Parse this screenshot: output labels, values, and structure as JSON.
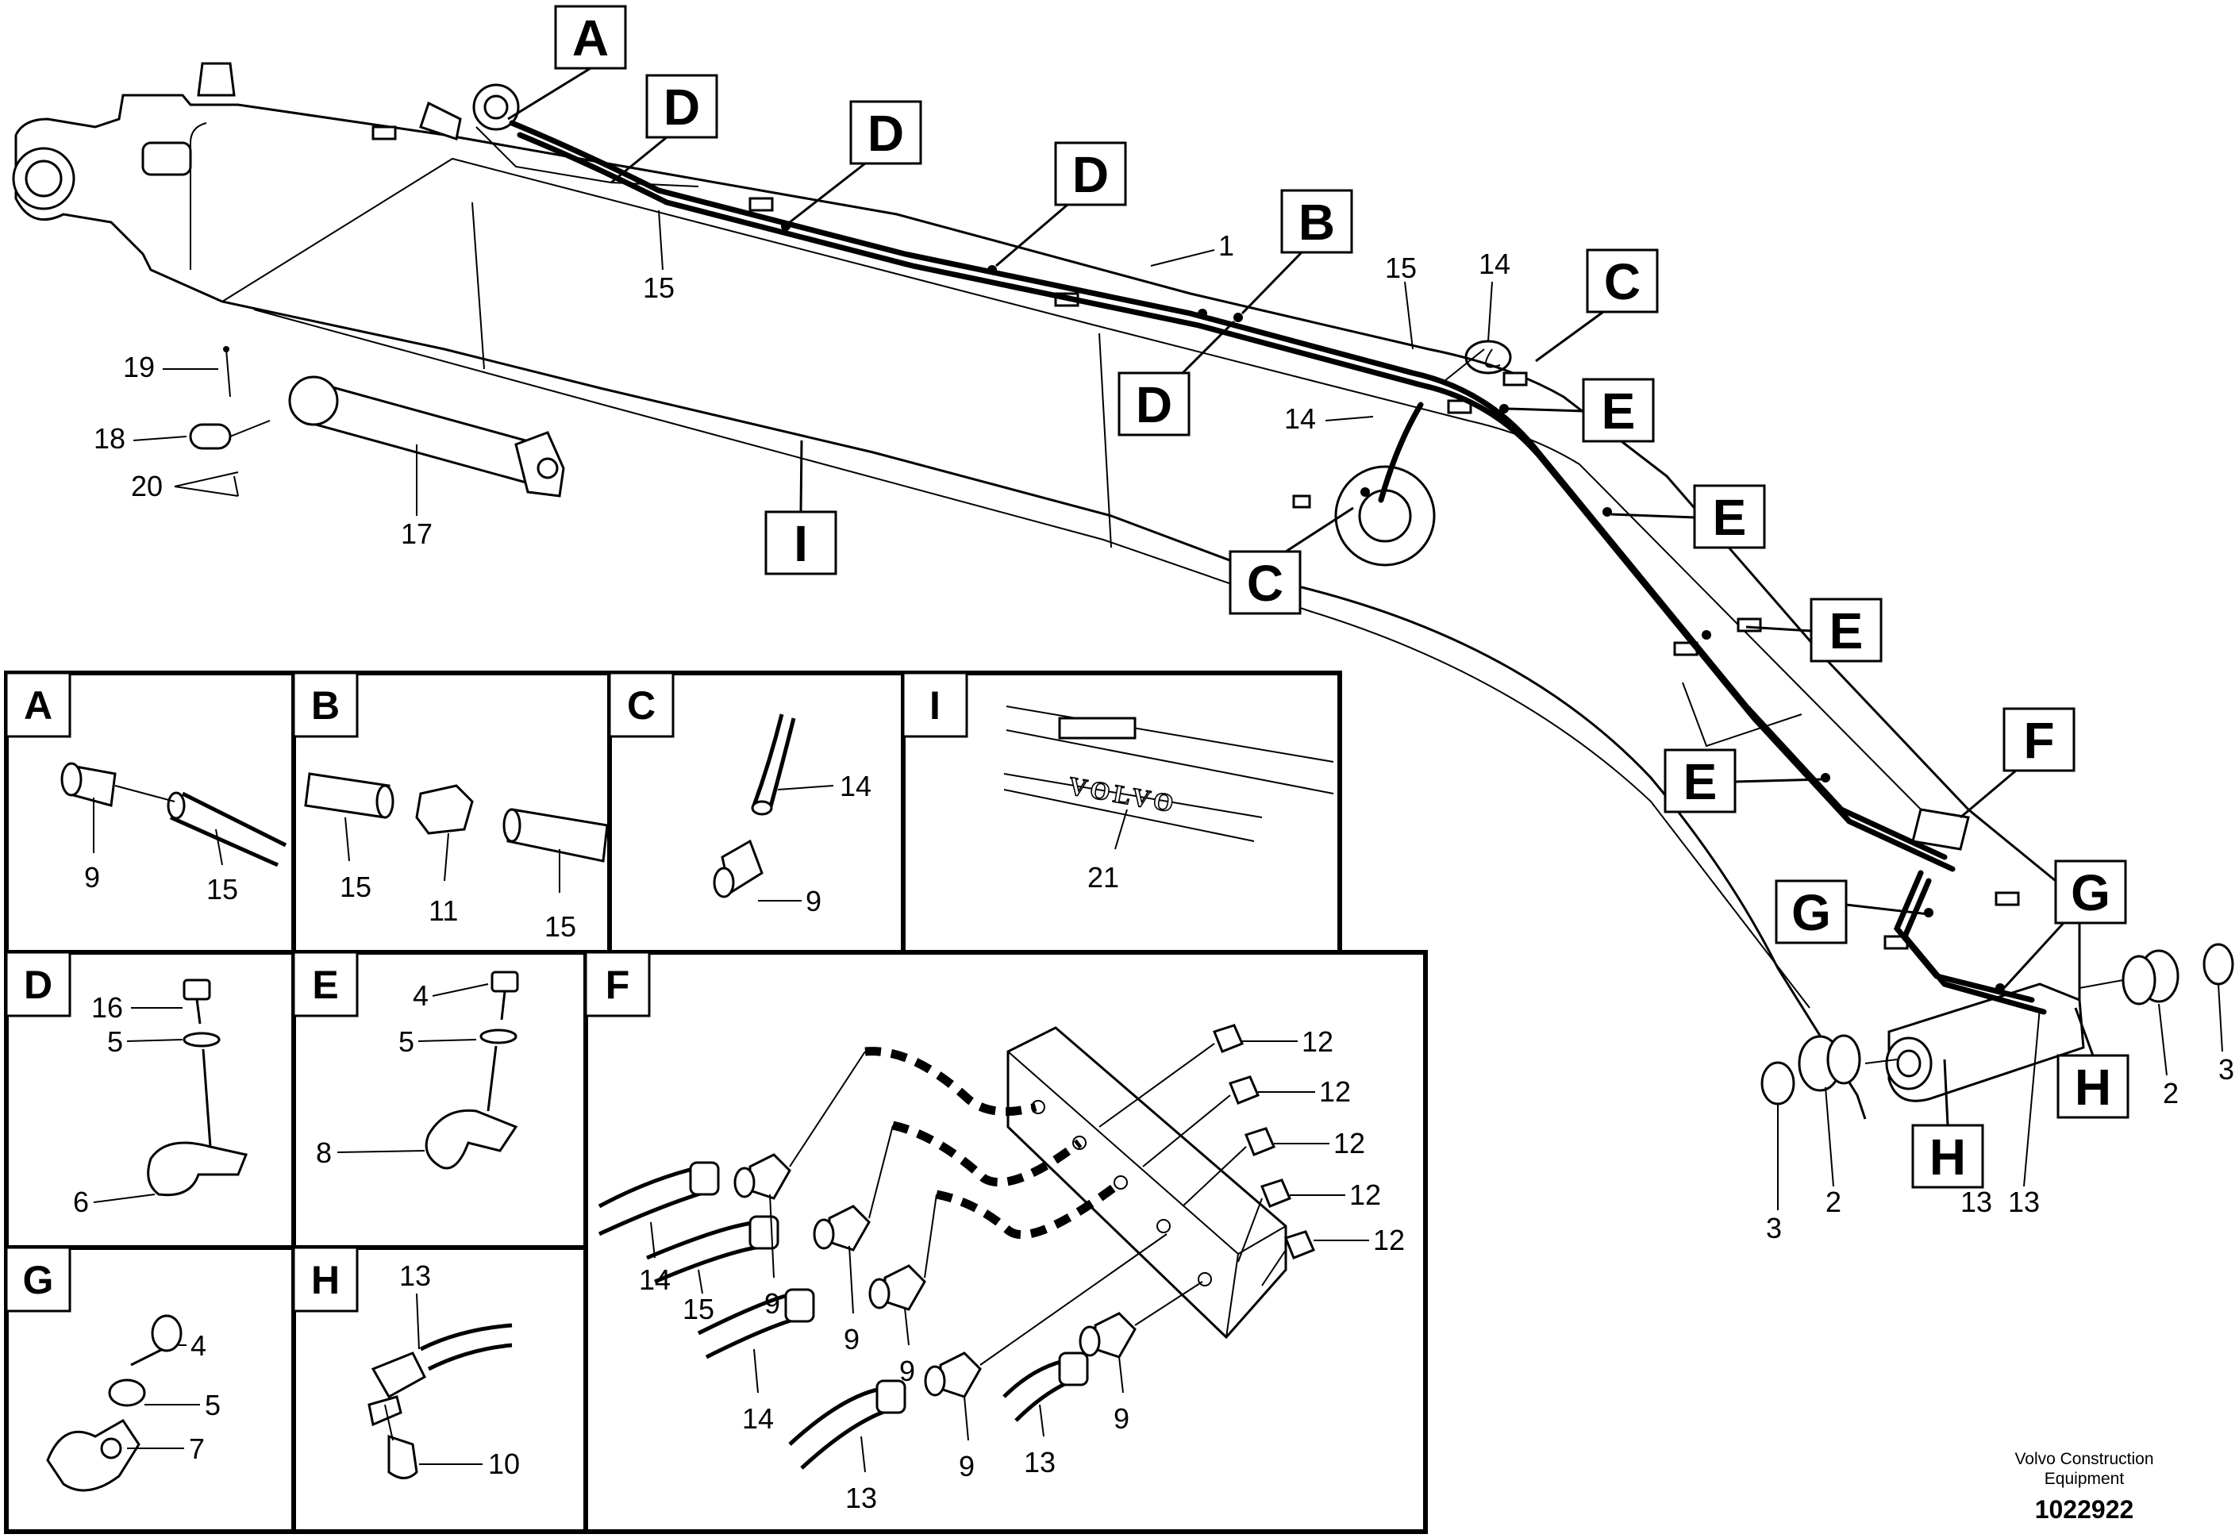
{
  "callouts": {
    "A": "A",
    "B": "B",
    "C": "C",
    "D": "D",
    "E": "E",
    "F": "F",
    "G": "G",
    "H": "H",
    "I": "I"
  },
  "part_numbers": {
    "p1": "1",
    "p2": "2",
    "p3": "3",
    "p4": "4",
    "p5": "5",
    "p6": "6",
    "p7": "7",
    "p8": "8",
    "p9": "9",
    "p10": "10",
    "p11": "11",
    "p12": "12",
    "p13": "13",
    "p14": "14",
    "p15": "15",
    "p16": "16",
    "p17": "17",
    "p18": "18",
    "p19": "19",
    "p20": "20",
    "p21": "21"
  },
  "detail_text": "VOLVO",
  "footer": {
    "line1": "Volvo Construction",
    "line2": "Equipment",
    "number": "1022922"
  }
}
